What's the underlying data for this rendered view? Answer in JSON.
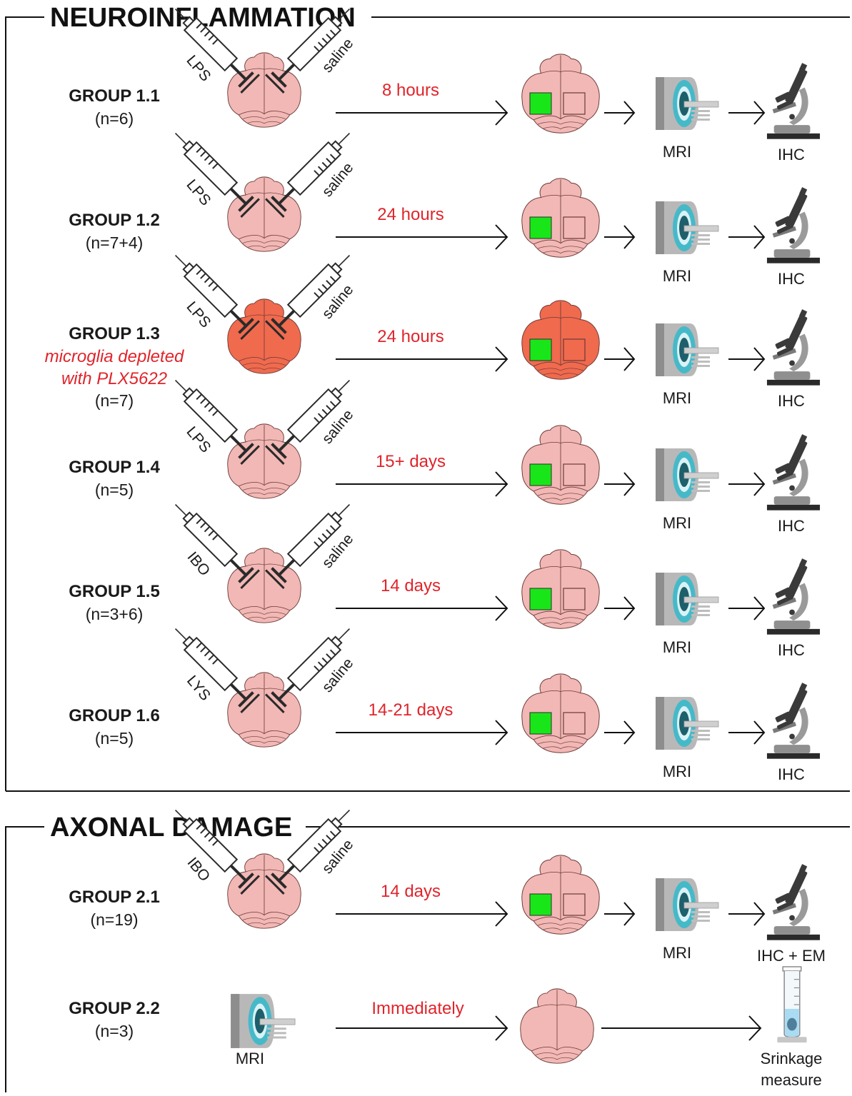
{
  "colors": {
    "brain": "#f2b8b5",
    "brain_depleted": "#f06a4e",
    "brain_outline": "#6a3a37",
    "lesion": "#19e619",
    "red_text": "#e0242b",
    "saline": "#29c9ea",
    "lps": "#222222",
    "ibo": "#9b7ae0",
    "lys": "#e8e37a"
  },
  "sections": [
    {
      "title": "NEUROINFLAMMATION",
      "groups": [
        {
          "name": "GROUP 1.1",
          "n": "(n=6)",
          "note": [],
          "left_label": "LPS",
          "left_color": "lps",
          "right_label": "saline",
          "time": "8 hours",
          "depleted": false,
          "mri": "MRI",
          "end": "IHC"
        },
        {
          "name": "GROUP 1.2",
          "n": "(n=7+4)",
          "note": [],
          "left_label": "LPS",
          "left_color": "lps",
          "right_label": "saline",
          "time": "24 hours",
          "depleted": false,
          "mri": "MRI",
          "end": "IHC"
        },
        {
          "name": "GROUP 1.3",
          "n": "(n=7)",
          "note": [
            "microglia depleted",
            "with PLX5622"
          ],
          "left_label": "LPS",
          "left_color": "lps",
          "right_label": "saline",
          "time": "24 hours",
          "depleted": true,
          "mri": "MRI",
          "end": "IHC"
        },
        {
          "name": "GROUP 1.4",
          "n": "(n=5)",
          "note": [],
          "left_label": "LPS",
          "left_color": "lps",
          "right_label": "saline",
          "time": "15+ days",
          "depleted": false,
          "mri": "MRI",
          "end": "IHC"
        },
        {
          "name": "GROUP 1.5",
          "n": "(n=3+6)",
          "note": [],
          "left_label": "IBO",
          "left_color": "ibo",
          "right_label": "saline",
          "time": "14 days",
          "depleted": false,
          "mri": "MRI",
          "end": "IHC"
        },
        {
          "name": "GROUP 1.6",
          "n": "(n=5)",
          "note": [],
          "left_label": "LYS",
          "left_color": "lys",
          "right_label": "saline",
          "time": "14-21 days",
          "depleted": false,
          "mri": "MRI",
          "end": "IHC"
        }
      ]
    },
    {
      "title": "AXONAL DAMAGE",
      "groups": [
        {
          "name": "GROUP 2.1",
          "n": "(n=19)",
          "note": [],
          "left_label": "IBO",
          "left_color": "ibo",
          "right_label": "saline",
          "time": "14 days",
          "depleted": false,
          "mri": "MRI",
          "end": "IHC + EM"
        }
      ],
      "group_2_2": {
        "name": "GROUP 2.2",
        "n": "(n=3)",
        "start": "MRI",
        "time": "Immediately",
        "end": [
          "Srinkage",
          "measure"
        ]
      }
    }
  ]
}
